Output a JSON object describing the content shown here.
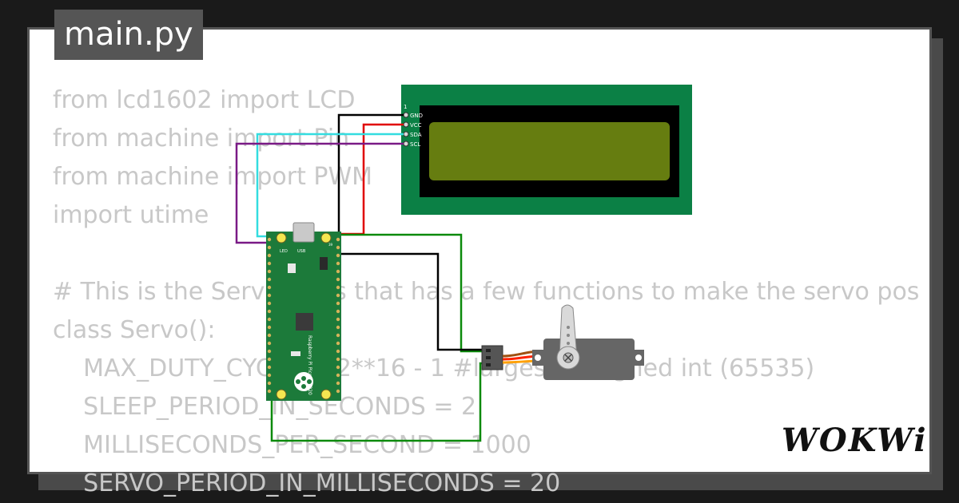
{
  "tab": {
    "title": "main.py"
  },
  "code_lines": [
    "from lcd1602 import LCD",
    "from machine import Pin",
    "from machine import PWM",
    "import utime",
    "",
    "# This is the Servo class that has a few functions to make the servo pos",
    "class Servo():",
    "    MAX_DUTY_CYCLE = 2**16 - 1 #largest unsigned int (65535)",
    "    SLEEP_PERIOD_IN_SECONDS = 2",
    "    MILLISECONDS_PER_SECOND = 1000",
    "    SERVO_PERIOD_IN_MILLISECONDS = 20"
  ],
  "lcd": {
    "pins": [
      "GND",
      "VCC",
      "SDA",
      "SCL"
    ],
    "pin1_label": "1"
  },
  "pico": {
    "usb_label": "USB",
    "led_label": "LED",
    "board_text": "Raspberry Pi Pico ©2020",
    "pin_label": "39"
  },
  "logo": {
    "text": "WOKWi"
  },
  "colors": {
    "lcd_board": "#0b8045",
    "lcd_screen": "#667d10",
    "pico_board": "#1c7a3a",
    "wire_black": "#000000",
    "wire_red": "#e00000",
    "wire_cyan": "#33dde0",
    "wire_purple": "#7a1a86",
    "wire_green": "#0b8a0b"
  }
}
